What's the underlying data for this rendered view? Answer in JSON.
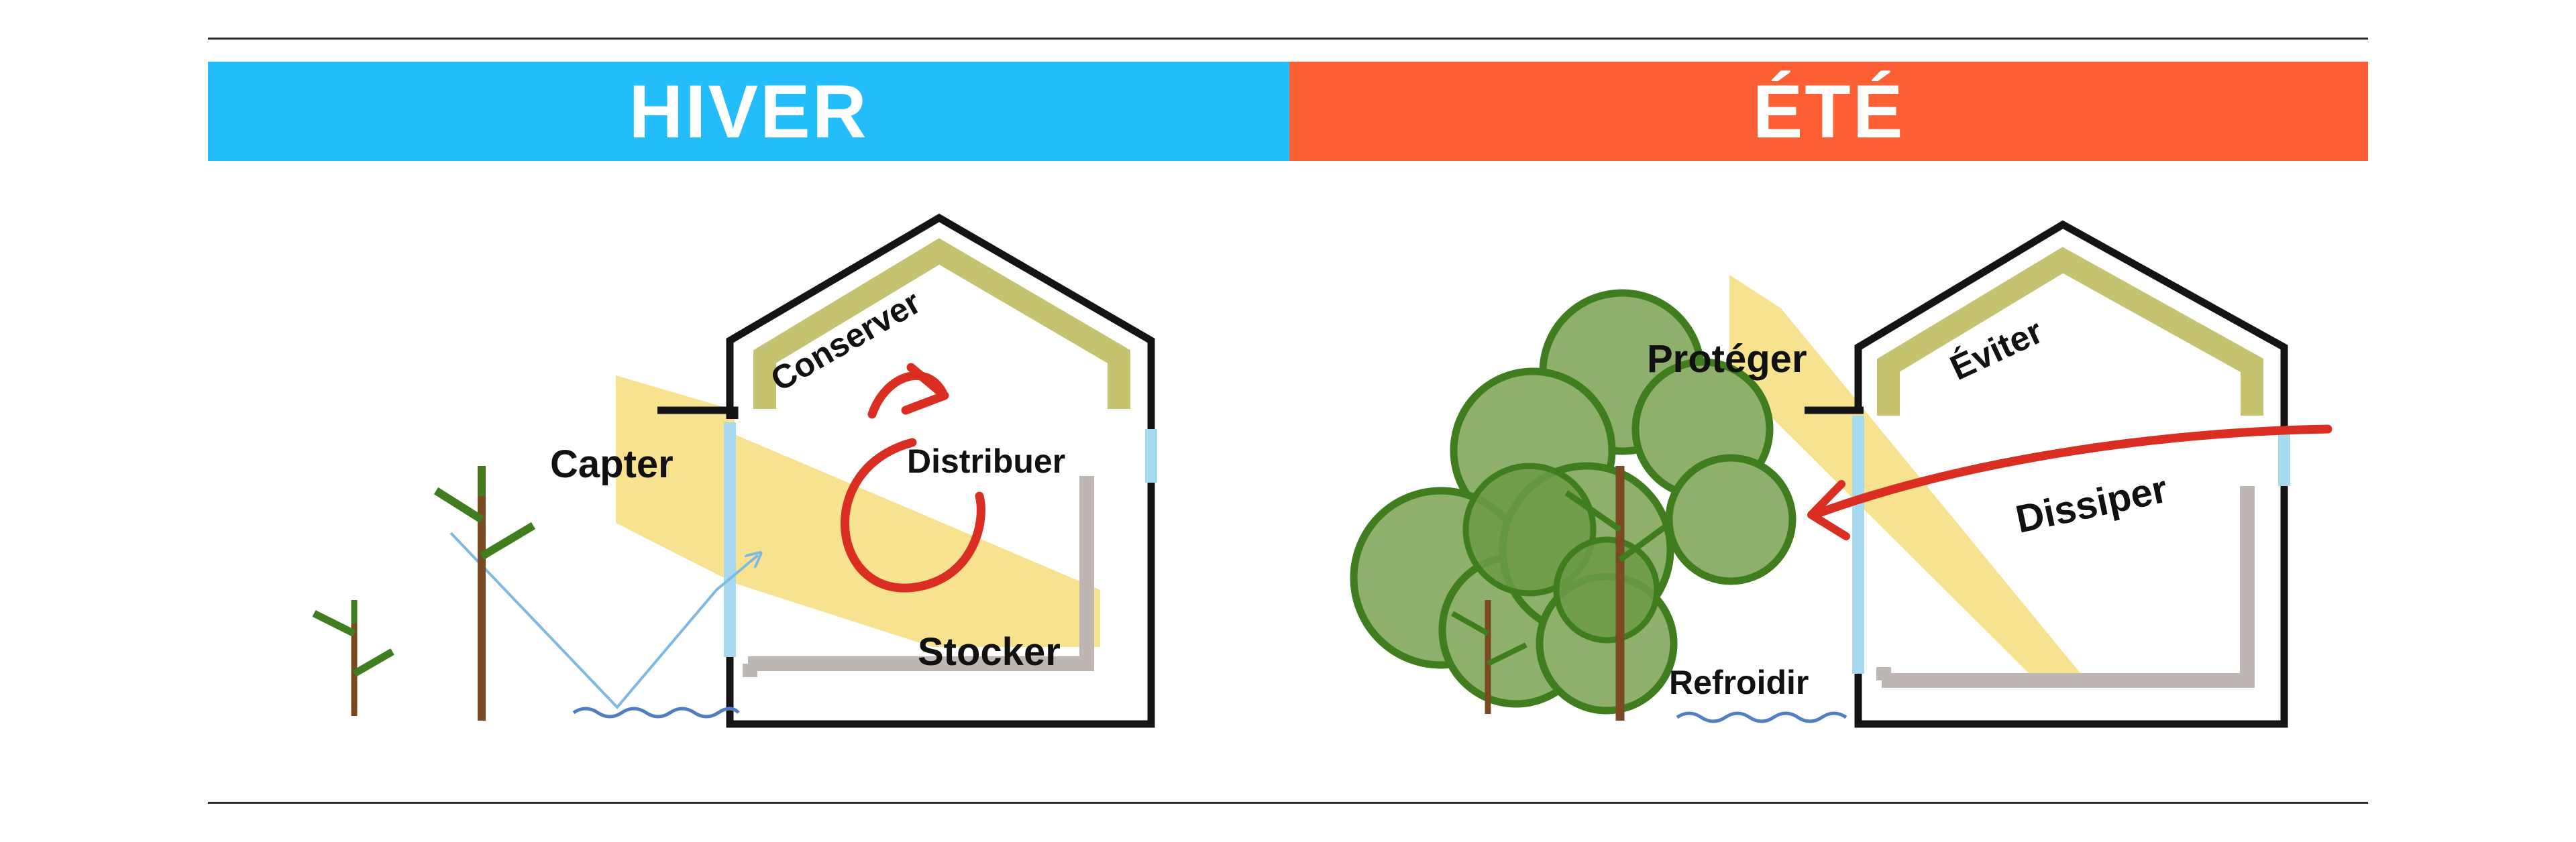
{
  "colors": {
    "winter_band": "#22bdfa",
    "summer_band": "#fc5f34",
    "sun": "#f7e290",
    "insulation": "#c5c36f",
    "storage": "#bdb6b2",
    "window": "#a6d9ee",
    "arrow_red": "#db2e22",
    "tree_fill": "#8fb06c",
    "tree_stroke": "#3f7d1e",
    "trunk": "#7a4a22",
    "water": "#4f7fc0"
  },
  "header": {
    "winter": "HIVER",
    "summer": "ÉTÉ"
  },
  "winter": {
    "capter": "Capter",
    "conserver": "Conserver",
    "distribuer": "Distribuer",
    "stocker": "Stocker"
  },
  "summer": {
    "proteger": "Protéger",
    "eviter": "Éviter",
    "dissiper": "Dissiper",
    "refroidir": "Refroidir"
  }
}
